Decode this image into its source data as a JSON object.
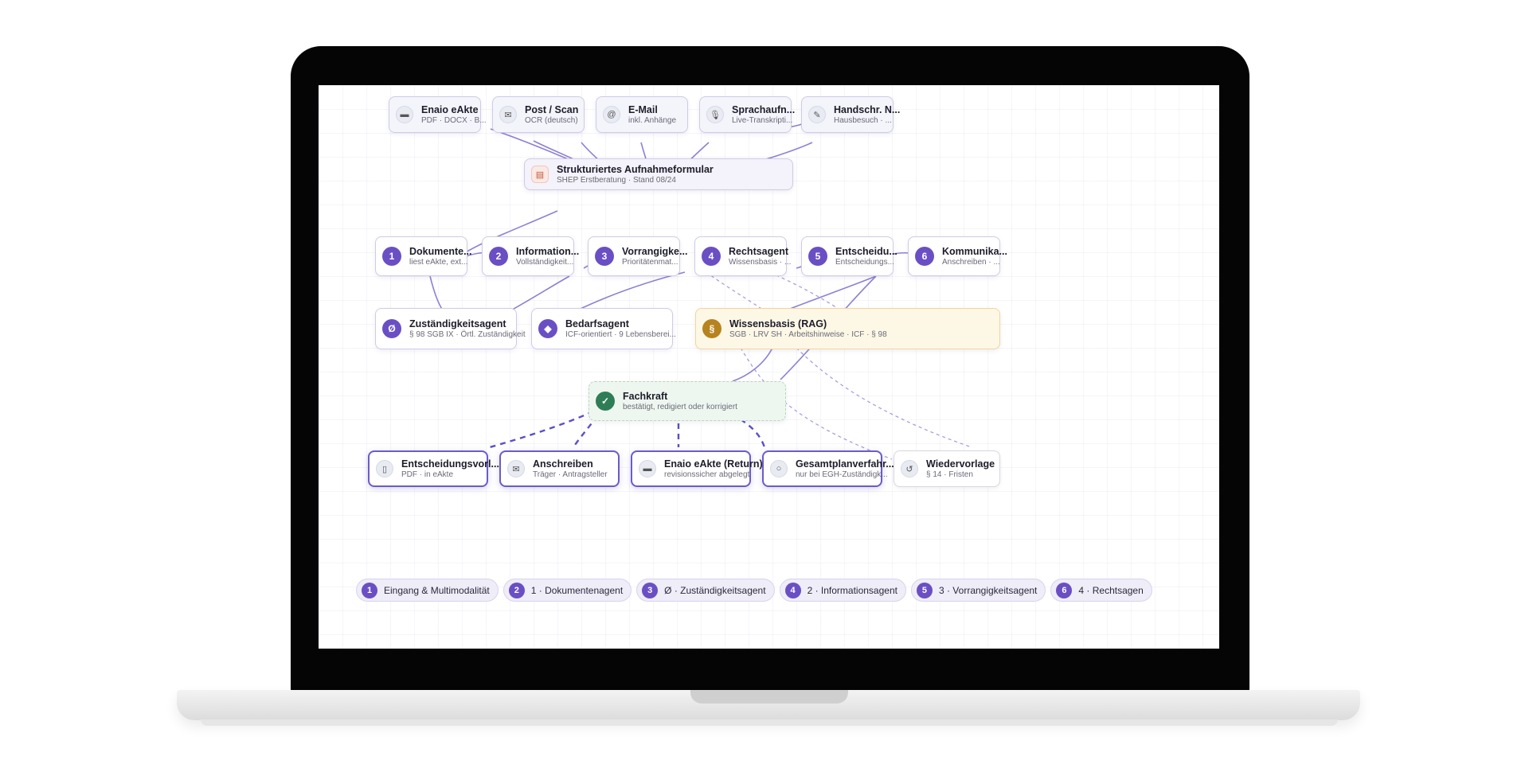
{
  "sources": [
    {
      "title": "Enaio eAkte",
      "sub": "PDF · DOCX · B...",
      "icon": "folder-icon"
    },
    {
      "title": "Post / Scan",
      "sub": "OCR (deutsch)",
      "icon": "mail-icon"
    },
    {
      "title": "E-Mail",
      "sub": "inkl. Anhänge",
      "icon": "at-icon"
    },
    {
      "title": "Sprachaufn...",
      "sub": "Live-Transkripti...",
      "icon": "microphone-icon"
    },
    {
      "title": "Handschr. N...",
      "sub": "Hausbesuch · ...",
      "icon": "pen-icon"
    }
  ],
  "form": {
    "title": "Strukturiertes Aufnahmeformular",
    "sub": "SHEP Erstberatung · Stand 08/24",
    "icon": "clipboard-icon"
  },
  "agents": [
    {
      "num": "1",
      "title": "Dokumente...",
      "sub": "liest eAkte, ext..."
    },
    {
      "num": "2",
      "title": "Information...",
      "sub": "Vollständigkeit..."
    },
    {
      "num": "3",
      "title": "Vorrangigke...",
      "sub": "Prioritätenmat..."
    },
    {
      "num": "4",
      "title": "Rechtsagent",
      "sub": "Wissensbasis · ..."
    },
    {
      "num": "5",
      "title": "Entscheidu...",
      "sub": "Entscheidungs..."
    },
    {
      "num": "6",
      "title": "Kommunika...",
      "sub": "Anschreiben · ..."
    }
  ],
  "mid": [
    {
      "num": "Ø",
      "title": "Zuständigkeitsagent",
      "sub": "§ 98 SGB IX · Örtl. Zuständigkeit"
    },
    {
      "num": "◆",
      "title": "Bedarfsagent",
      "sub": "ICF-orientiert · 9 Lebensberei..."
    },
    {
      "num": "§",
      "title": "Wissensbasis (RAG)",
      "sub": "SGB · LRV SH · Arbeitshinweise · ICF · § 98"
    }
  ],
  "fachkraft": {
    "mark": "✓",
    "title": "Fachkraft",
    "sub": "bestätigt, redigiert oder korrigiert"
  },
  "outputs": [
    {
      "title": "Entscheidungsvorl...",
      "sub": "PDF · in eAkte",
      "icon": "document-icon"
    },
    {
      "title": "Anschreiben",
      "sub": "Träger · Antragsteller",
      "icon": "mail-icon"
    },
    {
      "title": "Enaio eAkte (Return)",
      "sub": "revisionssicher abgelegt",
      "icon": "folder-icon"
    },
    {
      "title": "Gesamtplanverfahr...",
      "sub": "nur bei EGH-Zuständigk...",
      "icon": "circle-icon"
    },
    {
      "title": "Wiedervorlage",
      "sub": "§ 14 · Fristen",
      "icon": "refresh-icon"
    }
  ],
  "steps": [
    {
      "num": "1",
      "label": "Eingang & Multimodalität"
    },
    {
      "num": "2",
      "label": "1 · Dokumentenagent"
    },
    {
      "num": "3",
      "label": "Ø · Zuständigkeitsagent"
    },
    {
      "num": "4",
      "label": "2 · Informationsagent"
    },
    {
      "num": "5",
      "label": "3 · Vorrangigkeitsagent"
    },
    {
      "num": "6",
      "label": "4 · Rechtsagen"
    }
  ],
  "colors": {
    "accent": "#6a4fc4",
    "rag": "#b7831f",
    "fachkraft": "#2f7d57"
  }
}
